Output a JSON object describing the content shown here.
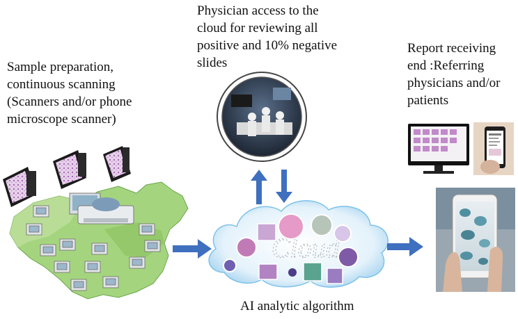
{
  "labels": {
    "sample": [
      "Sample preparation,",
      "continuous scanning",
      "(Scanners and/or phone",
      "microscope scanner)"
    ],
    "physician": [
      "Physician access to the",
      "cloud for reviewing all",
      "positive and 10% negative",
      "slides"
    ],
    "report": [
      "Report receiving",
      "end :Referring",
      "physicians and/or",
      "patients"
    ],
    "ai": "AI analytic algorithm"
  },
  "cloud_word": "Cloud",
  "colors": {
    "arrow": "#3f6fbf",
    "map_green": "#9ed07a",
    "cloud_blue": "#cfe7f7"
  }
}
